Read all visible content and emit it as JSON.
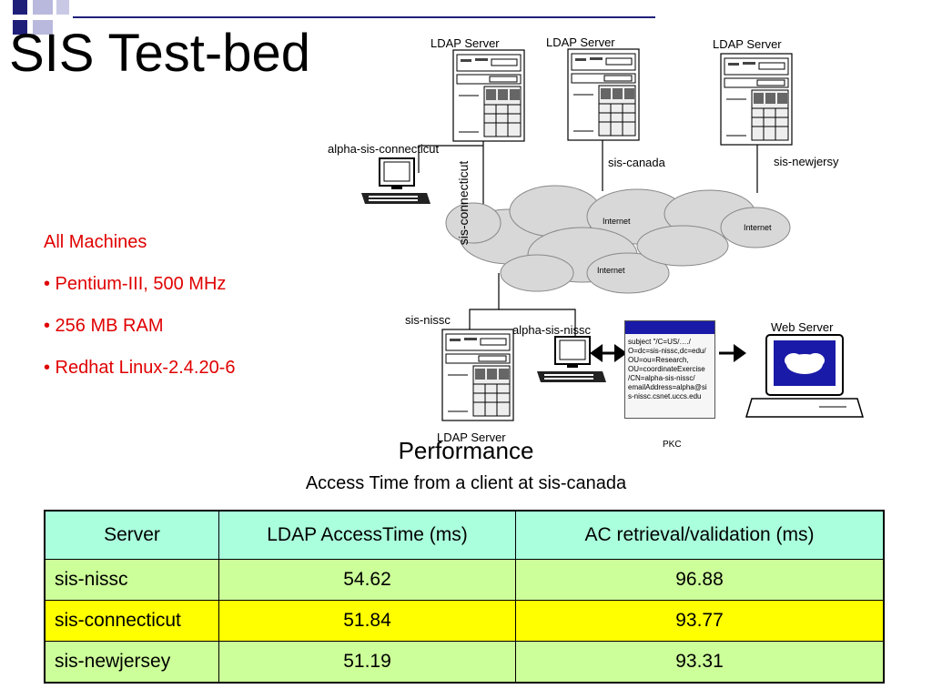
{
  "slide": {
    "title": "SIS Test-bed",
    "specs": {
      "heading": "All Machines",
      "items": [
        "• Pentium-III, 500 MHz",
        "• 256 MB RAM",
        "• Redhat Linux-2.4.20-6"
      ]
    }
  },
  "diagram": {
    "ldap_server_label": "LDAP Server",
    "web_server_label": "Web Server",
    "hosts": {
      "alpha_sis_connecticut": "alpha-sis-connecticut",
      "sis_connecticut": "sis-connecticut",
      "sis_canada": "sis-canada",
      "sis_newjersey": "sis-newjersy",
      "sis_nissc": "sis-nissc",
      "alpha_sis_nissc": "alpha-sis-nissc"
    },
    "internet_label": "Internet",
    "pkc_label": "PKC",
    "certificate_lines": [
      "subject \"/C=US/…./",
      "O=dc=sis-nissc,dc=edu/",
      "OU=ou=Research,",
      "OU=coordinateExercise",
      "/CN=alpha-sis-nissc/",
      "emailAddress=alpha@si",
      "s-nissc.csnet.uccs.edu"
    ]
  },
  "performance": {
    "heading": "Performance",
    "subheading": "Access Time from a client at sis-canada",
    "columns": [
      "Server",
      "LDAP AccessTime (ms)",
      "AC retrieval/validation (ms)"
    ],
    "rows": [
      {
        "server": "sis-nissc",
        "ldap": "54.62",
        "ac": "96.88"
      },
      {
        "server": "sis-connecticut",
        "ldap": "51.84",
        "ac": "93.77"
      },
      {
        "server": "sis-newjersey",
        "ldap": "51.19",
        "ac": "93.31"
      }
    ]
  }
}
